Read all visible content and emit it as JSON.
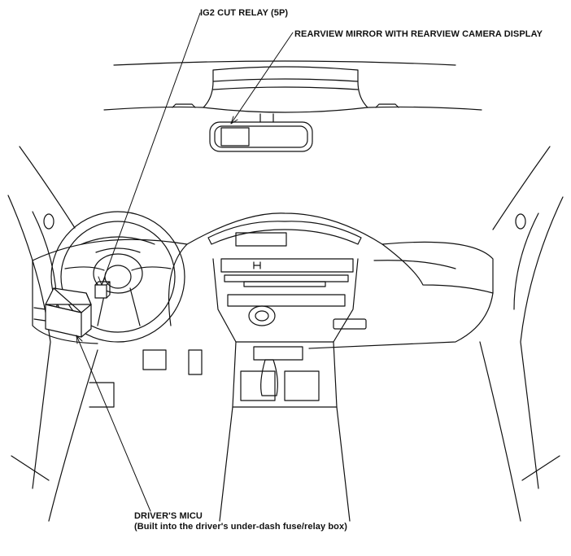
{
  "labels": {
    "ig2_relay": "IG2 CUT RELAY (5P)",
    "rearview_mirror": "REARVIEW MIRROR WITH REARVIEW CAMERA DISPLAY",
    "drivers_micu": "DRIVER'S MICU",
    "drivers_micu_note": "(Built into the driver's under-dash fuse/relay box)"
  },
  "colors": {
    "line": "#111111",
    "background": "#ffffff"
  }
}
